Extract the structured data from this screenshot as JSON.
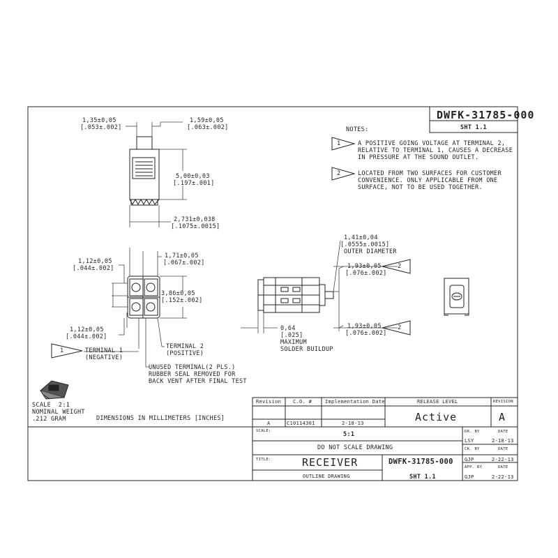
{
  "sheet": {
    "part_number": "DWFK-31785-000",
    "sheet": "SHT 1.1",
    "notes_title": "NOTES:",
    "note1_num": "1",
    "note1": [
      "A POSITIVE GOING VOLTAGE AT TERMINAL 2,",
      "RELATIVE TO TERMINAL 1, CAUSES A DECREASE",
      "IN PRESSURE AT THE SOUND OUTLET."
    ],
    "note2_num": "2",
    "note2": [
      "LOCATED FROM TWO SURFACES FOR CUSTOMER",
      "CONVENIENCE. ONLY APPLICABLE FROM ONE",
      "SURFACE, NOT TO BE USED TOGETHER."
    ]
  },
  "dims": {
    "d1": [
      "1,35±0,05",
      "[.053±.002]"
    ],
    "d2": [
      "1,59±0,05",
      "[.063±.002]"
    ],
    "d3": [
      "5,00±0,03",
      "[.197±.001]"
    ],
    "d4": [
      "2,731±0,038",
      "[.1075±.0015]"
    ],
    "d5": [
      "1,71±0,05",
      "[.067±.002]"
    ],
    "d6": [
      "1,12±0,05",
      "[.044±.002]"
    ],
    "d7": [
      "3,86±0,05",
      "[.152±.002]"
    ],
    "d8": [
      "1,12±0,05",
      "[.044±.002]"
    ],
    "d9": [
      "1,41±0,04",
      "[.0555±.0015]",
      "OUTER DIAMETER"
    ],
    "d10": [
      "1,93±0,05",
      "[.076±.002]"
    ],
    "d11": [
      "1,93±0,05",
      "[.076±.002]"
    ],
    "d12": [
      "0,64",
      "[.025]",
      "MAXIMUM",
      "SOLDER BUILDUP"
    ]
  },
  "labels": {
    "terminal1": [
      "TERMINAL 1",
      "(NEGATIVE)"
    ],
    "terminal1_flag": "1",
    "terminal2": [
      "TERMINAL 2",
      "(POSITIVE)"
    ],
    "unused": [
      "UNUSED TERMINAL(2 PLS.)",
      "RUBBER SEAL REMOVED FOR",
      "BACK VENT AFTER FINAL TEST"
    ],
    "scale_info": [
      "SCALE  2:1",
      "NOMINAL WEIGHT",
      ".212 GRAM"
    ],
    "dim_units": "DIMENSIONS IN MILLIMETERS [INCHES]",
    "flag2a": "2",
    "flag2b": "2"
  },
  "title_block": {
    "rev_header": "Revision",
    "co_header": "C.O. #",
    "impl_header": "Implementation Date",
    "release_header": "RELEASE LEVEL",
    "revision_header": "REVISION",
    "rev_value": "A",
    "co_value": "C10114301",
    "impl_value": "2-18-13",
    "release_value": "Active",
    "revision_value": "A",
    "scale_label": "SCALE:",
    "scale_value": "5:1",
    "do_not_scale": "DO NOT SCALE DRAWING",
    "title_label": "TITLE:",
    "title": "RECEIVER",
    "subtitle": "OUTLINE DRAWING",
    "part_number": "DWFK-31785-000",
    "sheet": "SHT 1.1",
    "dr_by": "DR. BY",
    "ck_by": "CK. BY",
    "app_by": "APP. BY",
    "date": "DATE",
    "dr_name": "LSY",
    "dr_date": "2-18-13",
    "ck_name": "GJP",
    "ck_date": "2-22-13",
    "app_name": "GJP",
    "app_date": "2-22-13"
  }
}
